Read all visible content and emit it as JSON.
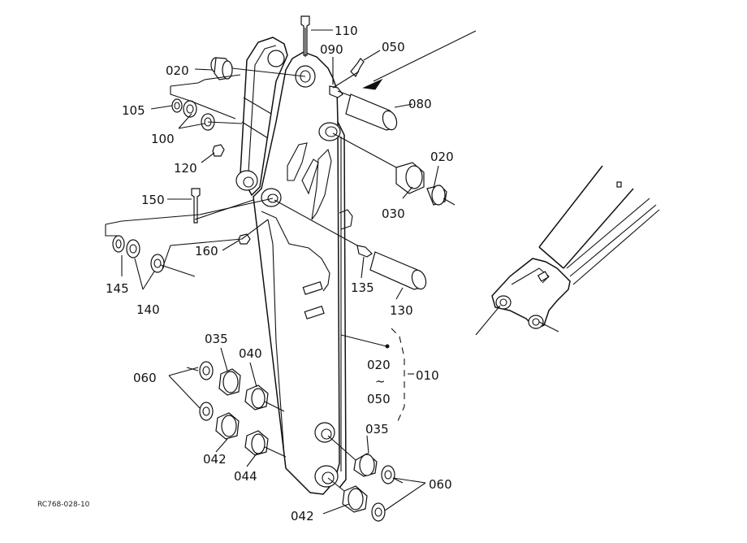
{
  "diagram": {
    "figure_code": "RC768-028-10",
    "callouts": [
      {
        "id": "110",
        "text": "110"
      },
      {
        "id": "050_top",
        "text": "050"
      },
      {
        "id": "090",
        "text": "090"
      },
      {
        "id": "020_top",
        "text": "020"
      },
      {
        "id": "080",
        "text": "080"
      },
      {
        "id": "105",
        "text": "105"
      },
      {
        "id": "100",
        "text": "100"
      },
      {
        "id": "120",
        "text": "120"
      },
      {
        "id": "020_mid",
        "text": "020"
      },
      {
        "id": "030",
        "text": "030"
      },
      {
        "id": "150",
        "text": "150"
      },
      {
        "id": "160",
        "text": "160"
      },
      {
        "id": "135",
        "text": "135"
      },
      {
        "id": "145",
        "text": "145"
      },
      {
        "id": "140",
        "text": "140"
      },
      {
        "id": "130",
        "text": "130"
      },
      {
        "id": "035_top",
        "text": "035"
      },
      {
        "id": "040",
        "text": "040"
      },
      {
        "id": "020_range",
        "text": "020"
      },
      {
        "id": "range_tilde",
        "text": "~"
      },
      {
        "id": "050_range",
        "text": "050"
      },
      {
        "id": "010",
        "text": "010"
      },
      {
        "id": "060_left",
        "text": "060"
      },
      {
        "id": "035_bottom",
        "text": "035"
      },
      {
        "id": "042_left",
        "text": "042"
      },
      {
        "id": "044",
        "text": "044"
      },
      {
        "id": "060_right",
        "text": "060"
      },
      {
        "id": "042_bottom",
        "text": "042"
      }
    ]
  }
}
